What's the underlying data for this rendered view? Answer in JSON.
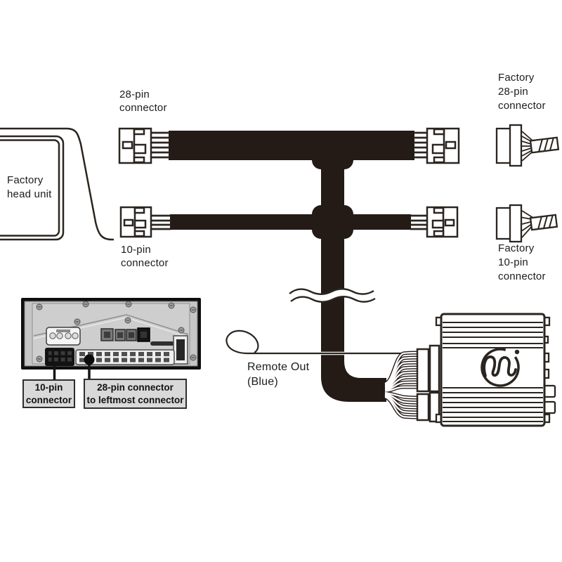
{
  "page": {
    "type": "car-audio-wiring-diagram",
    "background": "#ffffff"
  },
  "labels": {
    "left_28pin": "28-pin\nconnector",
    "left_10pin": "10-pin\nconnector",
    "factory_head_unit": "Factory\nhead unit",
    "factory_28pin": "Factory\n28-pin\nconnector",
    "factory_10pin": "Factory\n10-pin\nconnector",
    "remote_out": "Remote Out\n(Blue)"
  },
  "callouts": {
    "ten_pin": "10-pin\nconnector",
    "twenty_eight_pin": "28-pin connector\nto leftmost connector"
  },
  "icons": {
    "amp_logo": "waveform-circle-logo"
  },
  "colors": {
    "cable": "#241a16",
    "line": "#2b2520",
    "callout_bg": "#d9d9d9",
    "callout_border": "#2e2e2e",
    "photo_frame": "#0e0e0e",
    "photo_face": "#c6c6c6"
  }
}
